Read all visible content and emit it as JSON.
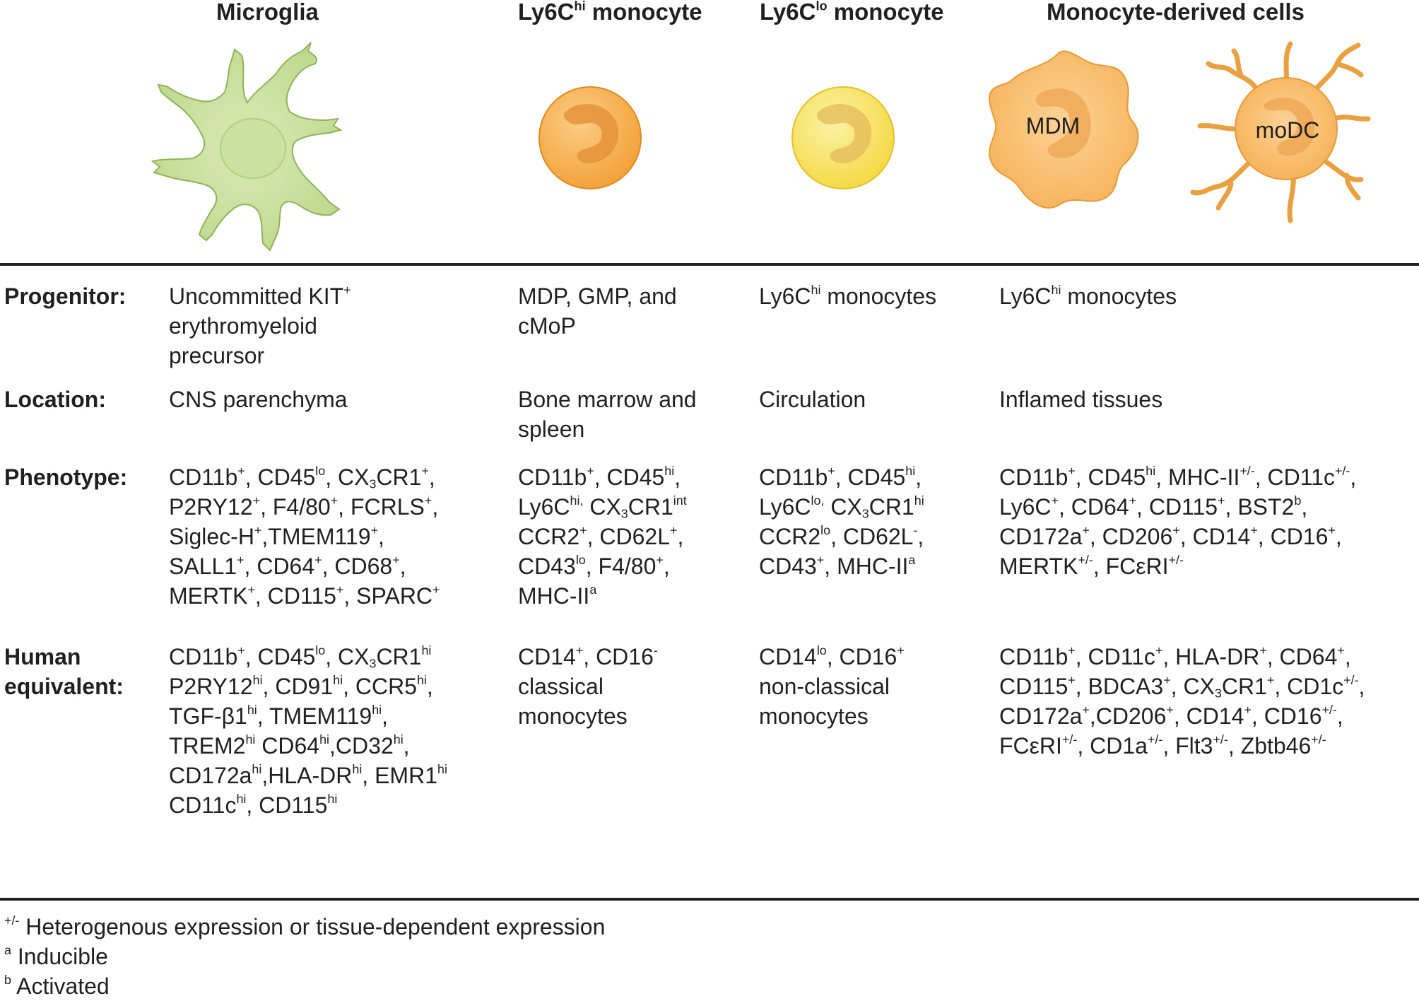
{
  "headers": {
    "microglia": "Microglia",
    "ly6chi": {
      "base": "Ly6C",
      "sup": "hi",
      "rest": " monocyte"
    },
    "ly6clo": {
      "base": "Ly6C",
      "sup": "lo",
      "rest": " monocyte"
    },
    "mdc": "Monocyte-derived cells"
  },
  "cell_labels": {
    "mdm": "MDM",
    "modc": "moDC"
  },
  "colors": {
    "microglia": "#c7dc98",
    "ly6chi": "#f6b04a",
    "ly6clo": "#f6e15b",
    "derived": "#f8be62",
    "rule": "#231f20"
  },
  "rows": {
    "progenitor": {
      "label": "Progenitor:",
      "c1": "Uncommitted KIT<sup>+</sup><br>erythromyeloid<br>precursor",
      "c2": "MDP, GMP, and<br>cMoP",
      "c3": "Ly6C<sup>hi</sup> monocytes",
      "c4": "Ly6C<sup>hi</sup> monocytes"
    },
    "location": {
      "label": "Location:",
      "c1": "CNS parenchyma",
      "c2": "Bone marrow and<br>spleen",
      "c3": "Circulation",
      "c4": "Inflamed tissues"
    },
    "phenotype": {
      "label": "Phenotype:",
      "c1": "CD11b<sup>+</sup>, CD45<sup>lo</sup>, CX<sub>3</sub>CR1<sup>+</sup>,<br>P2RY12<sup>+</sup>, F4/80<sup>+</sup>, FCRLS<sup>+</sup>,<br>Siglec-H<sup>+</sup>,TMEM119<sup>+</sup>,<br>SALL1<sup>+</sup>, CD64<sup>+</sup>, CD68<sup>+</sup>,<br>MERTK<sup>+</sup>, CD115<sup>+</sup>, SPARC<sup>+</sup>",
      "c2": "CD11b<sup>+</sup>, CD45<sup>hi</sup>,<br>Ly6C<sup>hi,</sup> CX<sub>3</sub>CR1<sup>int</sup><br>CCR2<sup>+</sup>, CD62L<sup>+</sup>,<br>CD43<sup>lo</sup>, F4/80<sup>+</sup>,<br>MHC-II<sup>a</sup>",
      "c3": "CD11b<sup>+</sup>, CD45<sup>hi</sup>,<br>Ly6C<sup>lo,</sup> CX<sub>3</sub>CR1<sup>hi</sup><br>CCR2<sup>lo</sup>, CD62L<sup>-</sup>,<br>CD43<sup>+</sup>, MHC-II<sup>a</sup>",
      "c4": "CD11b<sup>+</sup>, CD45<sup>hi</sup>, MHC-II<sup>+/-</sup>, CD11c<sup>+/-</sup>,<br>Ly6C<sup>+</sup>, CD64<sup>+</sup>, CD115<sup>+</sup>, BST2<sup>b</sup>,<br>CD172a<sup>+</sup>, CD206<sup>+</sup>, CD14<sup>+</sup>, CD16<sup>+</sup>,<br>MERTK<sup>+/-</sup>, FCεRI<sup>+/-</sup>"
    },
    "human": {
      "label": "Human<br>equivalent:",
      "c1": "CD11b<sup>+</sup>, CD45<sup>lo</sup>, CX<sub>3</sub>CR1<sup>hi</sup><br>P2RY12<sup>hi</sup>, CD91<sup>hi</sup>, CCR5<sup>hi</sup>,<br>TGF-β1<sup>hi</sup>, TMEM119<sup>hi</sup>,<br>TREM2<sup>hi</sup> CD64<sup>hi</sup>,CD32<sup>hi</sup>,<br>CD172a<sup>hi</sup>,HLA-DR<sup>hi</sup>, EMR1<sup>hi</sup><br>CD11c<sup>hi</sup>, CD115<sup>hi</sup>",
      "c2": "CD14<sup>+</sup>, CD16<sup>-</sup><br>classical<br>monocytes",
      "c3": "CD14<sup>lo</sup>, CD16<sup>+</sup><br>non-classical<br>monocytes",
      "c4": "CD11b<sup>+</sup>, CD11c<sup>+</sup>, HLA-DR<sup>+</sup>, CD64<sup>+</sup>,<br>CD115<sup>+</sup>, BDCA3<sup>+</sup>, CX<sub>3</sub>CR1<sup>+</sup>, CD1c<sup>+/-</sup>,<br>CD172a<sup>+</sup>,CD206<sup>+</sup>, CD14<sup>+</sup>, CD16<sup>+/-</sup>,<br>FCεRI<sup>+/-</sup>, CD1a<sup>+/-</sup>, Flt3<sup>+/-</sup>, Zbtb46<sup>+/-</sup>"
    }
  },
  "footnotes": [
    {
      "mark": "+/-",
      "text": " Heterogenous expression or tissue-dependent expression"
    },
    {
      "mark": "a",
      "text": " Inducible"
    },
    {
      "mark": "b",
      "text": " Activated"
    }
  ]
}
